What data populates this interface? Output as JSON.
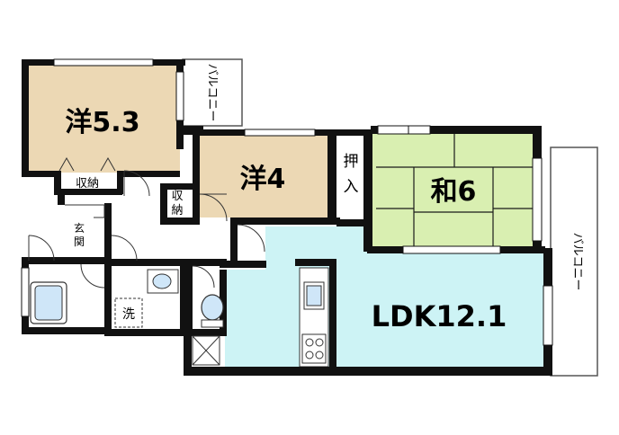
{
  "rooms": [
    {
      "id": "western-1",
      "label": "洋5.3",
      "color": "#ecd8b4"
    },
    {
      "id": "western-2",
      "label": "洋4",
      "color": "#ecd8b4"
    },
    {
      "id": "japanese",
      "label": "和6",
      "color": "#d9efb1"
    },
    {
      "id": "ldk",
      "label": "LDK12.1",
      "color": "#cdf3f5"
    }
  ],
  "labels": {
    "balcony_top": "バルコニー",
    "balcony_right": "バルコニー",
    "storage_1": "収納",
    "storage_2": "収納",
    "oshiire": "押入",
    "entrance": "玄関",
    "washer": "洗"
  },
  "colors": {
    "wall": "#111111",
    "tatami_line": "#1a1a1a",
    "fixture": "#cfe6f8"
  }
}
